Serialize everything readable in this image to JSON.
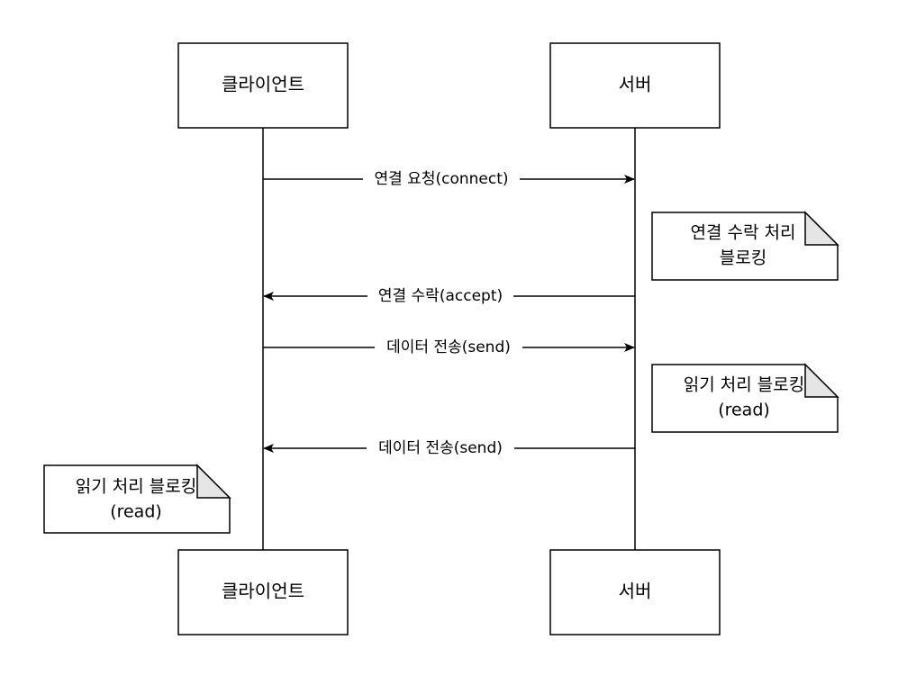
{
  "participants": {
    "client": {
      "label": "클라이언트"
    },
    "server": {
      "label": "서버"
    }
  },
  "messages": [
    {
      "label": "연결 요청(connect)",
      "from": "client",
      "to": "server"
    },
    {
      "label": "연결 수락(accept)",
      "from": "server",
      "to": "client"
    },
    {
      "label": "데이터 전송(send)",
      "from": "client",
      "to": "server"
    },
    {
      "label": "데이터 전송(send)",
      "from": "server",
      "to": "client"
    }
  ],
  "notes": [
    {
      "lines": [
        "연결 수락 처리",
        "블로킹"
      ],
      "attached_to": "server"
    },
    {
      "lines": [
        "읽기 처리 블로킹",
        "(read)"
      ],
      "attached_to": "server"
    },
    {
      "lines": [
        "읽기 처리 블로킹",
        "(read)"
      ],
      "attached_to": "client"
    }
  ]
}
